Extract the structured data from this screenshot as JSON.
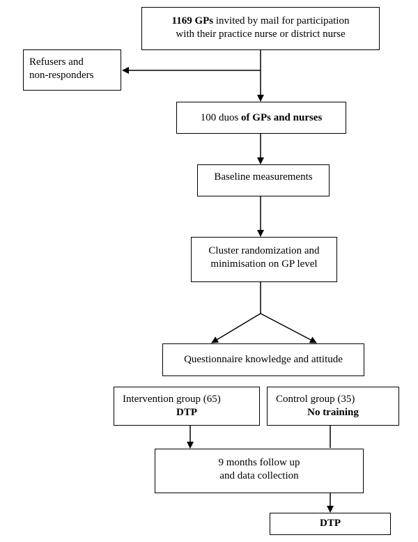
{
  "boxes": {
    "invited": {
      "bold": "1169 GPs",
      "rest_line1": " invited by mail for participation",
      "line2": "with their practice nurse or district nurse"
    },
    "refusers": {
      "line1": "Refusers and",
      "line2": "non-responders"
    },
    "duos": {
      "plain": "100 duos ",
      "bold": "of GPs and nurses"
    },
    "baseline": {
      "text": "Baseline measurements"
    },
    "randomization": {
      "line1": "Cluster randomization and",
      "line2": "minimisation on GP level"
    },
    "questionnaire": {
      "text": "Questionnaire knowledge and attitude"
    },
    "intervention": {
      "line1": "Intervention group (65)",
      "line2": "DTP"
    },
    "control": {
      "line1": "Control group (35)",
      "line2": "No training"
    },
    "followup": {
      "line1": "9 months follow up",
      "line2": "and data collection"
    },
    "final": {
      "text": "DTP"
    }
  }
}
